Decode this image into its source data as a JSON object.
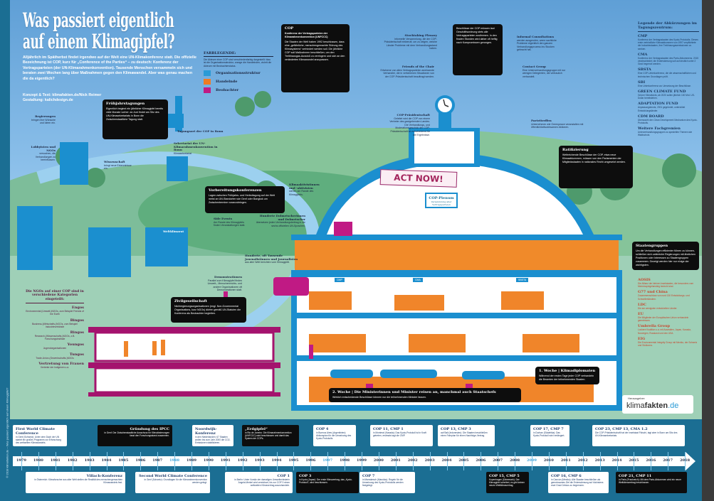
{
  "header": {
    "title_line1": "Was passiert eigentlich",
    "title_line2": "auf einem Klimagipfel?",
    "intro": "Alljährlich im Spätherbst findet irgendwo auf der Welt eine UN-Klimakonferenz statt. Die offizielle Bezeichnung ist COP, kurz für „Conference of the Parties“ – zu deutsch: Konferenz der Vertragsparteien (der UN-Klimarahmenkonvention). Tausende Menschen versammeln sich und beraten zwei Wochen lang über Maßnahmen gegen den Klimawandel. Aber was genau machen die da eigentlich?",
    "credit_text": "Konzept & Text: klimafakten.de/Nick Reimer",
    "credit_design": "Gestaltung: kalichdesign.de"
  },
  "legend": {
    "title": "FARBLEGENDE:",
    "desc": "Die Akteure einer COP sind verschiedenfarbig dargestellt: blau ist die Organisationsstruktur, orange die Handelnden, violett die Akteure mit Beobachterstatus.",
    "items": [
      {
        "label": "Organisationsstruktur",
        "color": "#2a9bd6"
      },
      {
        "label": "Handelnde",
        "color": "#ef7b22"
      },
      {
        "label": "Beobachter",
        "color": "#c01a84"
      }
    ]
  },
  "colors": {
    "timeline_bg": "#1b6e93",
    "building": "#1b8fcf",
    "hill": "#6fb88a",
    "callout": "#0d0d0d"
  },
  "callouts": {
    "cop": {
      "title": "COP",
      "subtitle": "Konferenz der Vertragsparteien der Klimarahmenkonvention (UNFCCC)",
      "text": "Die Staaten der Welt haben 1992 beschlossen, dass eine „gefährliche, menschengemachte Störung des Klimasystems“ verhindert werden soll. Die jährliche COP soll Maßnahmen beschließen, um den Treibhausgas-Ausstoß zu verringern und sich an den veränderten Klimawandel anzupassen."
    },
    "fruehjahr": {
      "title": "Frühjahrstagungen",
      "text": "Eigentlich beginnt ein jährlicher Klimagipfel bereits viele Monate vorher: an Juni findet am Sitz des UN-Klimasekretariats in Bonn die Zwischenstaatliche Tagung statt."
    },
    "vorbereitung": {
      "title": "Vorbereitungskonferenzen",
      "text": "Lagen zwischen Frühjahrs- und Herbsttagung auf der Welt meist an UN-Standorten wie Genf oder Bangkok um Zwischentermine voranzubringen."
    },
    "zivil": {
      "title": "Zivilgesellschaft",
      "text": "Nichtregierungsorganisationen (engl. Non-Governmental Organisations, kurz NGOs) dürfen gemäß UN-Statuten die Konferenz als Beobachter begleiten."
    },
    "clock": {
      "text": "Beschlüsse der COP müssen laut Geschäftsordnung stets alle Vertragsparteien zustimmen. In den finalen Stunden wird daher oft heftig nach Kompromissen gerungen."
    },
    "ratifizierung": {
      "title": "Ratifizierung",
      "text": "Weitreichende Beschlüsse der COP, etwa neue Klimaabkommen, müssen von den Parlamenten der Mitgliedsstaaten in nationales Recht umgesetzt werden."
    },
    "staaten": {
      "title": "Staatengruppen",
      "text": "Um die Verhandlungen effizienter führen zu können, schließen sich zahlreiche Regierungen mit ähnlichen Positionen oder Interessen zu Staatengruppen zusammen. Gezeigt werden hier nur einige der wichtigsten."
    },
    "woche1": {
      "title": "1. Woche | Klimadiplomaten",
      "text": "Während der ersten Tage jeder COP verhandeln die Beamten der teilnehmenden Staaten."
    },
    "woche2": {
      "title": "2. Woche | Die Ministerinnen und Minister reisen an, manchmal auch Staatschefs",
      "text": "Wirklich entscheidende Beschlüsse können nur die teilnehmenden Minister fassen."
    }
  },
  "notes": {
    "stocktaking": {
      "title": "Stocktaking Plenary",
      "text": "Informelle Versammlung, die der COP-Präsidentschaft einberuft, um zu zeigen, welche Länder Probleme mit dem Verhandlungsstand haben."
    },
    "friends": {
      "title": "Friends of the Chair",
      "text": "Erfahrene von allen Vertragsparteien anerkannte Verhandler, die in verfahrenen Situationen von der COP-Präsidentschaft beauftragt werden."
    },
    "praesidentschaft": {
      "title": "COP-Präsidentschaft",
      "text": "Geleitet wird die COP von einem Vertreter des gastgebenden Landes. Die Verhandlungs- und Moderationsgeschick der COP-Präsidentschaft ist entscheidend für die Ergebnisse."
    },
    "informal": {
      "title": "Informal Consultations",
      "text": "werden ausgerufen, wenn sachliche Probleme eigentlich den ganzen Verhandlungsprozess ins Stocken gebracht hat."
    },
    "contact": {
      "title": "Contact Group",
      "text": "Eine Unterverhandlungsgruppe mit nur wenigen Delegierten, die vertraulich verhandelt."
    },
    "parteitreffen": {
      "title": "Parteitreffen",
      "text": "Unternehmen wie Greenpeace veranstalten mit öffentlichkeitswirksamen Aktionen."
    },
    "regierungen": {
      "title": "Regierungen",
      "text": "bringen ihre Wünsche und Ideen ein."
    },
    "lobby": {
      "title": "Lobbyisten und NGOs",
      "text": "versuchen, die Verhandlungen zu beeinflussen."
    },
    "wissenschaft": {
      "title": "Wissenschaft",
      "text": "bringt neue Erkenntnisse ein."
    },
    "dolmetscher": {
      "title": "Hunderte Dolmetscherinnen und Dolmetscher",
      "text": "übersetzen jeden Verhandlungsbeitrag in die sechs offiziellen UN-Sprachen."
    },
    "journalisten": {
      "title": "Hunderte, oft Tausende Journalistinnen und Journalisten",
      "text": "aus aller Welt berichten vom Klimagipfel."
    },
    "demo": {
      "title": "Demonstrationen",
      "text": "Parallel zum Klimagipfel finden Umwelt-, Menschenrechts- und andere Organisationen oft Demonstrationen statt."
    },
    "side": {
      "title": "Side Events",
      "text": "Am Rande des Klimagipfels finden Veranstaltungen statt."
    },
    "sekretariat": {
      "title": "Sekretariat der UN-Klimarahmenkonvention in Bonn",
      "text": "Klimasekretariat"
    },
    "klimaaktivisten": {
      "title": "Klimaaktivistinnen und -aktivisten",
      "text": "stehen am Rande des Klimagipfels."
    },
    "bonn": {
      "title": "Tagungsort der COP in Bonn",
      "text": ""
    },
    "campus": {
      "title": "Weltklimarat",
      "text": ""
    }
  },
  "plenum": {
    "banner": "ACT NOW!",
    "title": "COP-Plenum",
    "subtitle": "Versammlung aller Vertragsparteien",
    "room_cmp": "CMP",
    "room_cma": "CMA",
    "room_sbsta": "SBSTA"
  },
  "sidebar": {
    "title": "Legende der Abkürzungen im Tagungszentrum:",
    "items": [
      {
        "term": "CMP",
        "desc": "Konferenz der Vertragsstaaten des Kyoto-Protokolls. Dieses erste verbindliche Klimaabkommen von 1997 verpflichtete die Industriestaaten, ihre Treibhausgasemissionen zu senken."
      },
      {
        "term": "CMA",
        "desc": "Konferenz der Vertragsstaaten des Paris-Abkommens. 2015 verabschiedet; die Erderwärmung soll auf deutlich unter 2 Grad begrenzt werden."
      },
      {
        "term": "SBSTA",
        "desc": "Eine COP-Unterkonferenz, die die wissenschaftlichen und technischen Grundlagen prüft."
      },
      {
        "term": "SBI",
        "desc": "Eine Unterkonferenz zur Umsetzung der Beschlüsse."
      },
      {
        "term": "GREEN CLIMATE FUND",
        "desc": "Grüner Klimafonds; ab 2020 sollen jährlich 100 Mrd. US-Dollar bereitstehen."
      },
      {
        "term": "ADAPTATION FUND",
        "desc": "Anpassungsfonds, 2001 gegründet, unterstützt Entwicklungsländer."
      },
      {
        "term": "CDM BOARD",
        "desc": "Überwacht den Clean Development Mechanism des Kyoto-Protokolls."
      },
      {
        "term": "Weitere Fachgremien",
        "desc": "Unterverhandlungsgruppen zu speziellen Themen wie Waldschutz."
      }
    ]
  },
  "groups": [
    {
      "term": "AOSIS",
      "desc": "Die Allianz der kleinen Inselstaaten, die besonders vom Meeresspiegelanstieg bedroht sind."
    },
    {
      "term": "G77 und China",
      "desc": "Zusammenschluss von rund 130 Entwicklungs- und Schwellenländern."
    },
    {
      "term": "LDC",
      "desc": "Die am wenigsten entwickelten Länder."
    },
    {
      "term": "EU",
      "desc": "Die Mitglieder der Europäischen Union verhandeln gemeinsam."
    },
    {
      "term": "Umbrella Group",
      "desc": "Lockere Koalition u.a. mit Australien, Japan, Kanada, Norwegen, Russland und den USA."
    },
    {
      "term": "EIG",
      "desc": "Die Environmental Integrity Group mit Mexiko, der Schweiz und Südkorea."
    }
  ],
  "ngo": {
    "title": "Die NGOs auf einer COP sind in verschiedene Kategorien eingeteilt:",
    "items": [
      {
        "term": "Engos",
        "desc": "Environmental (Umwelt-)NGOs, zum Beispiel Friends of the Earth"
      },
      {
        "term": "Bingos",
        "desc": "Business-(Wirtschafts-)NGOs, zum Beispiel Industrieverbände"
      },
      {
        "term": "Ringos",
        "desc": "Research-(Wissenschafts-)NGOs, z.B. Forschungsinstitute"
      },
      {
        "term": "Youngos",
        "desc": "Jugendorganisationen"
      },
      {
        "term": "Tungos",
        "desc": "Trade-Union-(Gewerkschafts-)NGOs"
      },
      {
        "term": "Vertretung von Frauen",
        "desc": "Vertreter der Indigenen u.a."
      }
    ]
  },
  "publisher": {
    "label": "Herausgeber:",
    "name_light": "klima",
    "name_bold": "fakten",
    "tld": ".de"
  },
  "leftstrip": "© 2018 klimafakten.de – Was passiert eigentlich auf einem Klimagipfel?",
  "timeline": {
    "years": [
      "1979",
      "1980",
      "1981",
      "1982",
      "1983",
      "1984",
      "1985",
      "1986",
      "1987",
      "1988",
      "1989",
      "1990",
      "1991",
      "1992",
      "1993",
      "1994",
      "1995",
      "1996",
      "1997",
      "1998",
      "1999",
      "2000",
      "2001",
      "2002",
      "2003",
      "2004",
      "2005",
      "2006",
      "2007",
      "2008",
      "2009",
      "2010",
      "2011",
      "2012",
      "2013",
      "2014",
      "2015",
      "2016",
      "2017",
      "2018"
    ],
    "top": [
      {
        "title": "First World Climate Conference",
        "text": "in Genf (Schweiz): Unter dem Dach der UN startet ein großes Programm zur Erforschung des weltweiten Klimawandels.",
        "dark": false
      },
      {
        "title": "Gründung des IPCC",
        "text": "in Genf: Der Zwischenstaatliche Ausschuss für Klimaänderungen fasst den Forschungsstand zusammen.",
        "dark": true
      },
      {
        "title": "Noordwijk-Konferenz",
        "text": "in den Niederlanden: 67 Staaten wollen bis zum Jahr 2000 die CO2-Emissionen stabilisieren.",
        "dark": false
      },
      {
        "title": "„Erdgipfel“",
        "text": "in Rio de Janeiro: Die Klimarahmenkonvention (UNFCCC) wird beschlossen und damit das System der COPs.",
        "dark": true
      },
      {
        "title": "COP 4",
        "text": "in Buenos Aires (Argentinien): Aktionsplan für die Umsetzung des Kyoto-Protokolls.",
        "dark": false
      },
      {
        "title": "COP 11, CMP 1",
        "text": "in Montreal (Kanada): Das Kyoto-Protokoll ist in Kraft getreten, erstmals tagt die CMP.",
        "dark": false
      },
      {
        "title": "COP 13, CMP 3",
        "text": "auf Bali (Indonesien): Die Staaten beschließen einen Fahrplan für einen Nachfolge-Vertrag.",
        "dark": false
      },
      {
        "title": "COP 17, CMP 7",
        "text": "in Durban (Südafrika): Das Kyoto-Protokoll wird verlängert.",
        "dark": false
      },
      {
        "title": "COP 23, CMP 13, CMA 1.2",
        "text": "Die COP-Präsidentschaft hat der Inselstaat Fidschi, tagt aber in Bonn am Sitz des UN-Klimasekretariats.",
        "dark": false
      }
    ],
    "bottom": [
      {
        "title": "Villach-Konferenz",
        "text": "in Österreich: Klimaforscher aus aller Welt stellen die Realität des menschengemachten Klimawandels fest.",
        "dark": false
      },
      {
        "title": "Second World Climate Conference",
        "text": "in Genf (Schweiz): Grundlagen für die Klimarahmenkonvention werden gelegt.",
        "dark": false
      },
      {
        "title": "COP 1",
        "text": "in Berlin: Unter Vorsitz der damaligen Umweltministerin Angela Merkel wird vereinbart, bis zur COP 3 einen weltweiten Klimavertrag auszuhandeln.",
        "dark": false
      },
      {
        "title": "COP 3",
        "text": "in Kyoto (Japan): Der erste Klimavertrag, das „Kyoto-Protokoll“, wird beschlossen.",
        "dark": true
      },
      {
        "title": "COP 7",
        "text": "in Marrakesch (Marokko): Regeln für die Umsetzung des Kyoto-Protokolls werden festgelegt.",
        "dark": false
      },
      {
        "title": "COP 15, CMP 5",
        "text": "Kopenhagen (Dänemark): Der Klimagipfel scheitert, es gibt keinen neuen Weltklimavertrag.",
        "dark": true
      },
      {
        "title": "COP 16, CMP 6",
        "text": "in Cancún (Mexiko): Alle Staaten beschließen als gemeinsames Ziel die Erderwärmung auf höchstens zwei Grad Celsius zu begrenzen.",
        "dark": false
      },
      {
        "title": "COP 21, CMP 11",
        "text": "in Paris (Frankreich): Mit dem Paris-Abkommen wird ein neuer Weltklimavertrag beschlossen.",
        "dark": true
      }
    ]
  }
}
